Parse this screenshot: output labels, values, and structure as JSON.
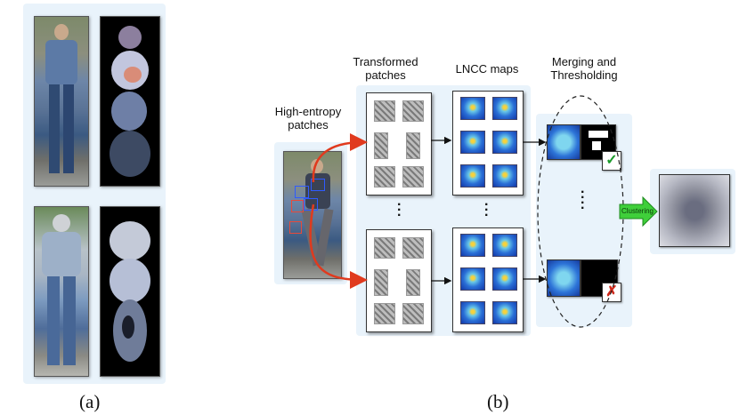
{
  "labels": {
    "high_entropy": "High-entropy patches",
    "transformed": "Transformed patches",
    "lncc": "LNCC maps",
    "merging": "Merging and Thresholding",
    "clustering": "Clustering"
  },
  "captions": {
    "a": "(a)",
    "b": "(b)"
  },
  "marks": {
    "check": "✓",
    "cross": "✗"
  },
  "colors": {
    "arrow_red": "#e03a1e",
    "cluster_green": "#3fcf3a",
    "glow": "#e9f3fb"
  }
}
